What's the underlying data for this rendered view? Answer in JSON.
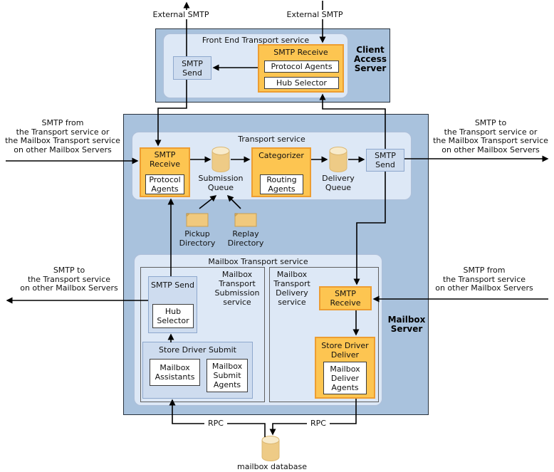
{
  "diagram": {
    "external_smtp_left": "External SMTP",
    "external_smtp_right": "External SMTP",
    "client_access_server": {
      "server_label": "Client Access Server",
      "front_end": {
        "title": "Front End Transport service",
        "smtp_send": "SMTP Send",
        "smtp_receive": "SMTP Receive",
        "protocol_agents": "Protocol Agents",
        "hub_selector": "Hub Selector"
      }
    },
    "mailbox_server": {
      "server_label": "Mailbox Server",
      "transport": {
        "title": "Transport service",
        "smtp_receive": "SMTP Receive",
        "protocol_agents": "Protocol Agents",
        "submission_queue": "Submission Queue",
        "categorizer": "Categorizer",
        "routing_agents": "Routing Agents",
        "delivery_queue": "Delivery Queue",
        "smtp_send": "SMTP Send"
      },
      "pickup_directory": "Pickup Directory",
      "replay_directory": "Replay Directory",
      "mailbox_transport": {
        "title": "Mailbox Transport service",
        "submission_service_label": "Mailbox Transport Submission service",
        "delivery_service_label": "Mailbox Transport Delivery service",
        "smtp_send": "SMTP Send",
        "hub_selector": "Hub Selector",
        "smtp_receive": "SMTP Receive",
        "store_driver_submit": {
          "title": "Store Driver Submit",
          "mailbox_assistants": "Mailbox Assistants",
          "mailbox_submit_agents": "Mailbox Submit Agents"
        },
        "store_driver_deliver": {
          "title": "Store Driver Deliver",
          "mailbox_deliver_agents": "Mailbox Deliver Agents"
        }
      }
    },
    "flow_labels": {
      "smtp_in_transport": "SMTP from\nthe Transport service or\nthe Mailbox Transport service\non other Mailbox Servers",
      "smtp_out_transport": "SMTP to\nthe Transport service or\nthe Mailbox Transport service\non other Mailbox Servers",
      "smtp_out_mailbox": "SMTP to\nthe Transport service\non other Mailbox Servers",
      "smtp_in_mailbox": "SMTP from\nthe Transport service\non other Mailbox Servers",
      "rpc_left": "RPC",
      "rpc_right": "RPC",
      "mailbox_database": "mailbox database"
    },
    "icons": {
      "submission_queue": "queue-cylinder-icon",
      "delivery_queue": "queue-cylinder-icon",
      "mailbox_database": "database-cylinder-icon",
      "pickup_directory": "folder-icon",
      "replay_directory": "folder-icon"
    },
    "colors": {
      "server_fill": "#a9c2dd",
      "server_border": "#28323d",
      "service_fill": "#dde8f6",
      "service_border": "#aebfd9",
      "orange_fill": "#fdc551",
      "orange_border": "#ed9d31",
      "blue_box_fill": "#cedcef",
      "blue_box_border": "#8ea8cd",
      "white_box_border": "#3c3c3c",
      "gray_box_border": "#5f5f5f",
      "cylinder_fill": "#eecb86",
      "cylinder_top_fill": "#f8ebcb",
      "folder_fill": "#f0c97e",
      "arrow_color": "#000000"
    }
  }
}
